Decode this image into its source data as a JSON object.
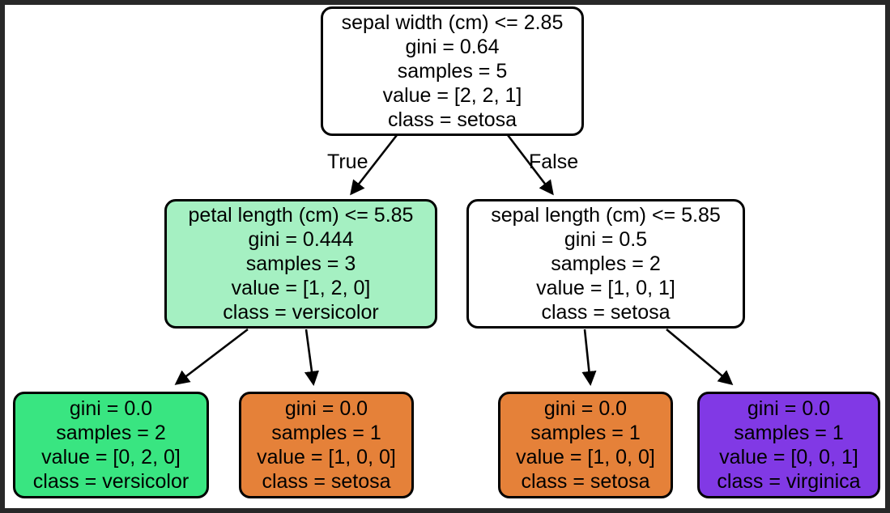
{
  "figure": {
    "type": "decision-tree",
    "border_color": "#282828",
    "background": "#ffffff"
  },
  "colors": {
    "white": "#ffffff",
    "light_green": "#a5f0c2",
    "green": "#39e581",
    "orange": "#e58139",
    "purple": "#8139e5",
    "outline": "#000000"
  },
  "edge_labels": {
    "true": "True",
    "false": "False"
  },
  "tree": {
    "nodes": [
      {
        "id": "root",
        "role": "root",
        "fill": "#ffffff",
        "lines": [
          "sepal width (cm) <= 2.85",
          "gini = 0.64",
          "samples = 5",
          "value = [2, 2, 1]",
          "class = setosa"
        ],
        "feature": "sepal width (cm)",
        "threshold": 2.85,
        "gini": 0.64,
        "samples": 5,
        "value": [
          2,
          2,
          1
        ],
        "class": "setosa"
      },
      {
        "id": "n1",
        "role": "internal",
        "fill": "#a5f0c2",
        "lines": [
          "petal length (cm) <= 5.85",
          "gini = 0.444",
          "samples = 3",
          "value = [1, 2, 0]",
          "class = versicolor"
        ],
        "feature": "petal length (cm)",
        "threshold": 5.85,
        "gini": 0.444,
        "samples": 3,
        "value": [
          1,
          2,
          0
        ],
        "class": "versicolor"
      },
      {
        "id": "n2",
        "role": "internal",
        "fill": "#ffffff",
        "lines": [
          "sepal length (cm) <= 5.85",
          "gini = 0.5",
          "samples = 2",
          "value = [1, 0, 1]",
          "class = setosa"
        ],
        "feature": "sepal length (cm)",
        "threshold": 5.85,
        "gini": 0.5,
        "samples": 2,
        "value": [
          1,
          0,
          1
        ],
        "class": "setosa"
      },
      {
        "id": "l1",
        "role": "leaf",
        "fill": "#39e581",
        "lines": [
          "gini = 0.0",
          "samples = 2",
          "value = [0, 2, 0]",
          "class = versicolor"
        ],
        "gini": 0.0,
        "samples": 2,
        "value": [
          0,
          2,
          0
        ],
        "class": "versicolor"
      },
      {
        "id": "l2",
        "role": "leaf",
        "fill": "#e58139",
        "lines": [
          "gini = 0.0",
          "samples = 1",
          "value = [1, 0, 0]",
          "class = setosa"
        ],
        "gini": 0.0,
        "samples": 1,
        "value": [
          1,
          0,
          0
        ],
        "class": "setosa"
      },
      {
        "id": "l3",
        "role": "leaf",
        "fill": "#e58139",
        "lines": [
          "gini = 0.0",
          "samples = 1",
          "value = [1, 0, 0]",
          "class = setosa"
        ],
        "gini": 0.0,
        "samples": 1,
        "value": [
          1,
          0,
          0
        ],
        "class": "setosa"
      },
      {
        "id": "l4",
        "role": "leaf",
        "fill": "#8139e5",
        "lines": [
          "gini = 0.0",
          "samples = 1",
          "value = [0, 0, 1]",
          "class = virginica"
        ],
        "gini": 0.0,
        "samples": 1,
        "value": [
          0,
          0,
          1
        ],
        "class": "virginica"
      }
    ]
  }
}
